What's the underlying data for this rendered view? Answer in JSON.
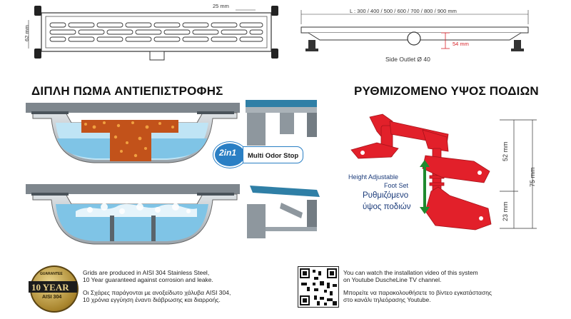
{
  "top_drawings": {
    "width_25": "25 mm",
    "height_62": "62 mm",
    "length_label": "L : 300 / 400 / 500 / 600 / 700 / 800 / 900  mm",
    "dim_54": "54 mm",
    "side_outlet": "Side Outlet Ø 40"
  },
  "left_section": {
    "title": "ΔΙΠΛΗ ΠΩΜΑ ΑΝΤΙΕΠΙΣΤΡΟΦΗΣ",
    "badge_text": "2in1",
    "badge_caption": "Multi Odor Stop"
  },
  "right_section": {
    "title": "ΡΥΘΜΙΖΟΜΕΝΟ ΥΨΟΣ ΠΟΔΙΩΝ",
    "height_adjustable_en_1": "Height Adjustable",
    "height_adjustable_en_2": "Foot Set",
    "height_adjustable_gr_1": "Ρυθμιζόμενο",
    "height_adjustable_gr_2": "ύψος ποδιών",
    "dim_52": "52 mm",
    "dim_23": "23 mm",
    "dim_75": "75 mm"
  },
  "warranty": {
    "badge_top": "GUARANTEE",
    "badge_main": "10 YEAR",
    "badge_sub": "AISI 304",
    "en_line1": "Grids are produced in AISI 304 Stainless Steel,",
    "en_line2": "10 Year guaranteed against corrosion and leake.",
    "gr_line1": "Οι Σχάρες παράγονται με ανοξείδωτο χάλυβα AISI 304,",
    "gr_line2": "10 χρόνια εγγύηση έναντι διάβρωσης και διαρροής."
  },
  "video": {
    "en_line1": "You can watch the installation video of this system",
    "en_line2": "on Youtube DuscheLine TV channel.",
    "gr_line1": "Μπορείτε να παρακολουθήσετε το βίντεο εγκατάστασης",
    "gr_line2": "στο κανάλι τηλεόρασης Youtube."
  },
  "colors": {
    "accent_red": "#d8232a",
    "water_blue": "#7fc4e6",
    "badge_blue": "#2a7fc4",
    "foot_red": "#e2202a"
  }
}
